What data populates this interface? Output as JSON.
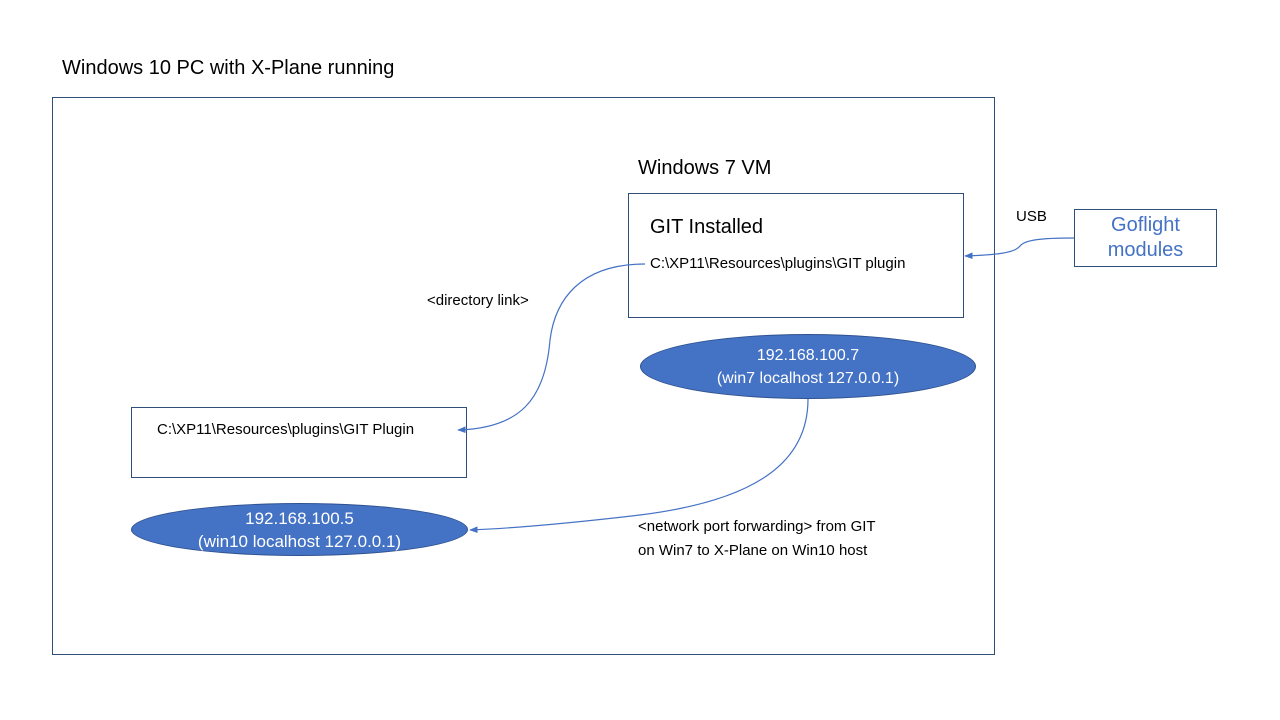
{
  "diagram": {
    "host": {
      "title": "Windows 10 PC with X-Plane running",
      "plugin_path": "C:\\XP11\\Resources\\plugins\\GIT Plugin",
      "ip": "192.168.100.5",
      "localhost": "(win10 localhost 127.0.0.1)"
    },
    "vm": {
      "title": "Windows 7 VM",
      "heading": "GIT Installed",
      "plugin_path": "C:\\XP11\\Resources\\plugins\\GIT plugin",
      "ip": "192.168.100.7",
      "localhost": "(win7 localhost 127.0.0.1)"
    },
    "device": {
      "line1": "Goflight",
      "line2": "modules",
      "color": "#4472c4"
    },
    "connections": {
      "usb_label": "USB",
      "directory_link_label": "<directory link>",
      "port_forwarding_line1": "<network port forwarding> from GIT",
      "port_forwarding_line2": "on Win7 to X-Plane on Win10 host"
    },
    "colors": {
      "connector": "#4472c4",
      "ellipse_fill": "#4472c4",
      "box_border": "#2f4f7a"
    }
  }
}
